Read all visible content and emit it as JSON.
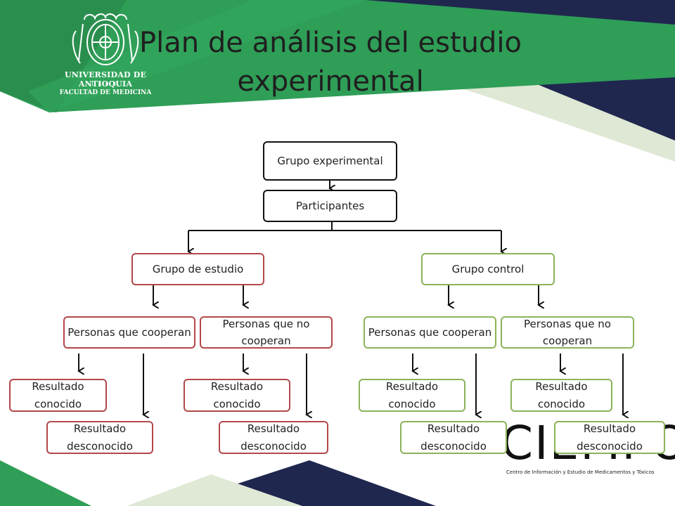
{
  "title": {
    "line1": "Plan de análisis del estudio",
    "line2": "experimental"
  },
  "logo": {
    "university": "UNIVERSIDAD DE ANTIOQUIA",
    "year": "1803",
    "faculty": "FACULTAD DE MEDICINA"
  },
  "ciempo": {
    "name": "CIEMPO",
    "subtitle": "Centro de Información y Estudio de Medicamentos y Tóxicos"
  },
  "nodes": {
    "grupo_experimental": "Grupo experimental",
    "participantes": "Participantes",
    "grupo_estudio": "Grupo de estudio",
    "grupo_control": "Grupo control",
    "estudio_cooperan": "Personas que cooperan",
    "estudio_no_cooperan": "Personas que no cooperan",
    "control_cooperan": "Personas que cooperan",
    "control_no_cooperan": "Personas que no cooperan",
    "r1_conocido": "Resultado conocido",
    "r1_desconocido": "Resultado desconocido",
    "r2_conocido": "Resultado conocido",
    "r2_desconocido": "Resultado desconocido",
    "r3_conocido": "Resultado conocido",
    "r3_desconocido": "Resultado desconocido",
    "r4_conocido": "Resultado conocido",
    "r4_desconocido": "Resultado desconocido"
  },
  "colors": {
    "green_band": "#2f9e57",
    "navy_band": "#222a54",
    "light_green": "#c9d9b8",
    "study_border": "#b3474a",
    "control_border": "#8db35a"
  }
}
